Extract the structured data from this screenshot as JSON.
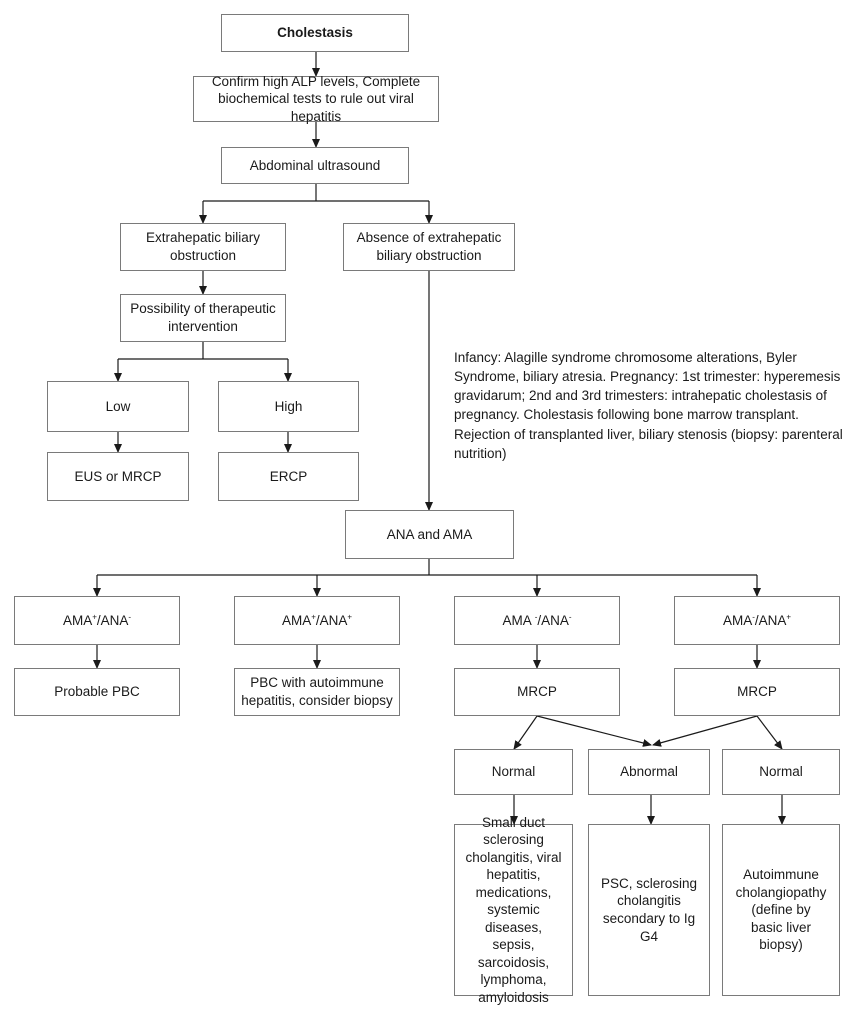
{
  "nodes": {
    "cholestasis": "Cholestasis",
    "confirm_alp": "Confirm high ALP levels, Complete biochemical tests to rule out viral hepatitis",
    "abdominal_ultrasound": "Abdominal ultrasound",
    "extrahepatic_obstruction": "Extrahepatic biliary obstruction",
    "absence_obstruction": "Absence of extrahepatic biliary obstruction",
    "possibility_intervention": "Possibility of therapeutic intervention",
    "low": "Low",
    "high": "High",
    "eus_mrcp": "EUS or MRCP",
    "ercp": "ERCP",
    "ana_ama": "ANA and AMA",
    "ama_pos_ana_neg": {
      "a": "AMA",
      "a_sup": "+",
      "b": "/ANA",
      "b_sup": "-"
    },
    "ama_pos_ana_pos": {
      "a": "AMA",
      "a_sup": "+",
      "b": "/ANA",
      "b_sup": "+"
    },
    "ama_neg_ana_neg": {
      "a": "AMA ",
      "a_sup": "-",
      "b": "/ANA",
      "b_sup": "-"
    },
    "ama_neg_ana_pos": {
      "a": "AMA",
      "a_sup": "-",
      "b": "/ANA",
      "b_sup": "+"
    },
    "probable_pbc": "Probable PBC",
    "pbc_autoimmune": "PBC with autoimmune hepatitis, consider biopsy",
    "mrcp_1": "MRCP",
    "mrcp_2": "MRCP",
    "normal_1": "Normal",
    "abnormal": "Abnormal",
    "normal_2": "Normal",
    "small_duct": "Small duct sclerosing cholangitis, viral hepatitis, medications, systemic diseases, sepsis, sarcoidosis, lymphoma, amyloidosis",
    "psc": "PSC, sclerosing cholangitis secondary to Ig G4",
    "autoimmune_cholangiopathy": "Autoimmune cholangiopathy (define by basic liver biopsy)"
  },
  "side_note": "Infancy: Alagille syndrome chromosome alterations, Byler Syndrome, biliary atresia. Pregnancy: 1st trimester: hyperemesis gravidarum; 2nd and 3rd trimesters: intrahepatic cholestasis of pregnancy. Cholestasis following bone marrow transplant. Rejection of transplanted liver, biliary stenosis (biopsy: parenteral nutrition)",
  "colors": {
    "line": "#1a1a1a",
    "border": "#7a7a7a",
    "text": "#1a1a1a"
  }
}
